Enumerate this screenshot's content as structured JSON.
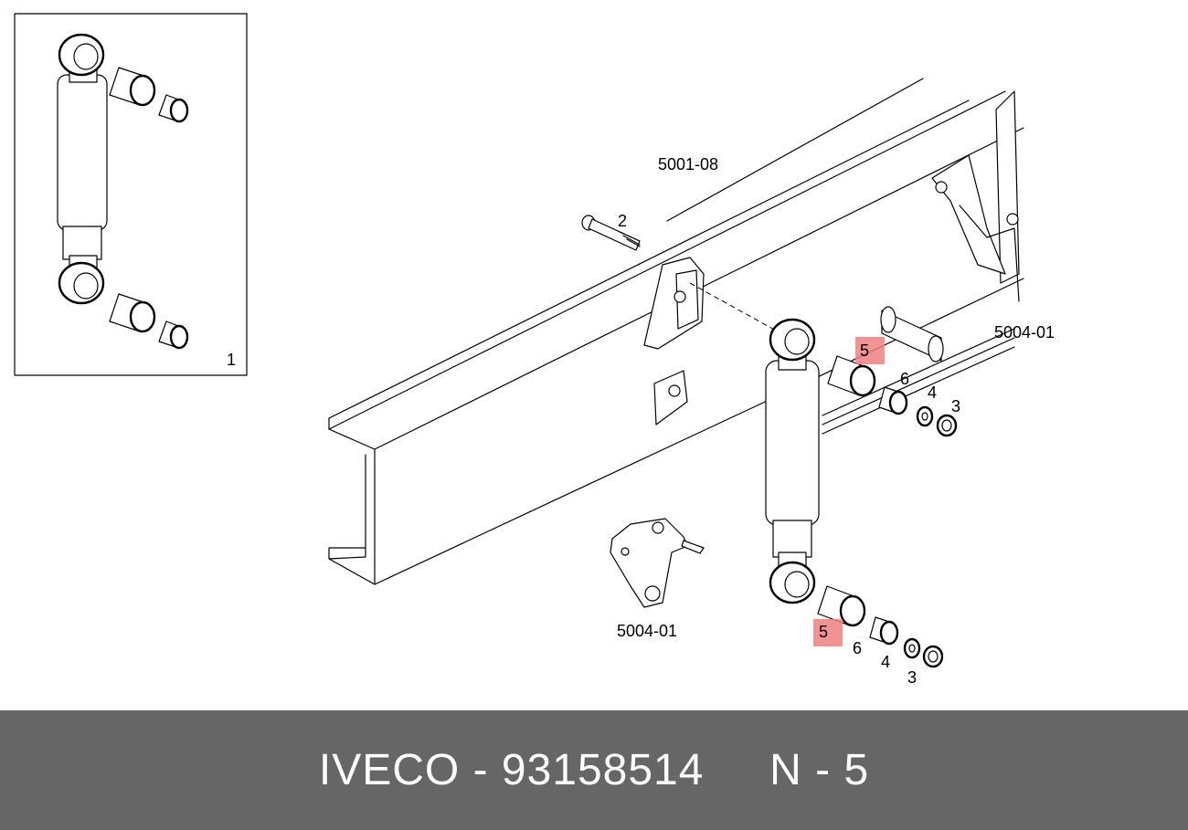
{
  "diagram": {
    "callouts": {
      "inset_item": "1",
      "bolt": "2",
      "nut_upper": "3",
      "washer_upper": "4",
      "bush_large_upper": "5",
      "bush_small_upper": "6",
      "bush_large_lower": "5",
      "bush_small_lower": "6",
      "washer_lower": "4",
      "nut_lower": "3"
    },
    "refs": {
      "frame": "5001-08",
      "axle": "5004-01",
      "bracket": "5004-01"
    },
    "highlight_color": "#f08080"
  },
  "footer": {
    "caption": "IVECO - 93158514     N - 5",
    "background": "#666666",
    "text_color": "#ffffff"
  }
}
